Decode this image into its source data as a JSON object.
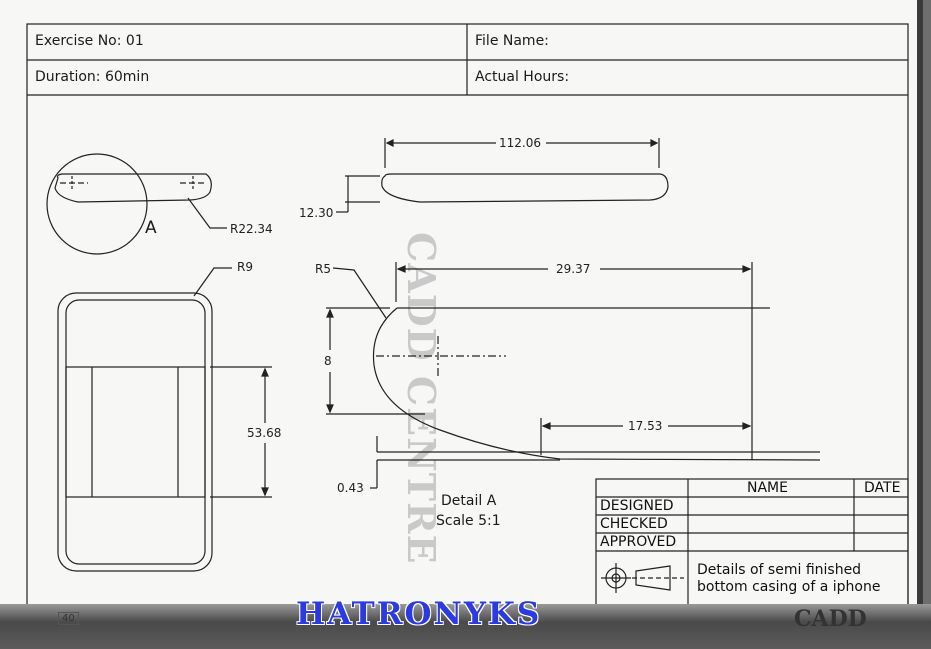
{
  "header": {
    "exercise_label": "Exercise No: 01",
    "file_name_label": "File Name:",
    "duration_label": "Duration: 60min",
    "actual_hours_label": "Actual Hours:"
  },
  "dimensions": {
    "top_length": "112.06",
    "top_height": "12.30",
    "radius_a": "R22.34",
    "radius_r9": "R9",
    "radius_r5": "R5",
    "detail_width": "29.37",
    "detail_height": "8",
    "detail_inner": "17.53",
    "detail_gap": "0.43",
    "front_height": "53.68"
  },
  "labels": {
    "detail_marker": "A",
    "detail_title": "Detail A",
    "detail_scale": "Scale 5:1"
  },
  "watermark": "CADD CENTRE",
  "title_block": {
    "col_name": "NAME",
    "col_date": "DATE",
    "rows": [
      "DESIGNED",
      "CHECKED",
      "APPROVED"
    ],
    "description_line1": "Details of semi finished",
    "description_line2": "bottom casing of a iphone"
  },
  "footer": {
    "brand": "HATRONYKS",
    "page": "40",
    "logo": "CADD"
  }
}
